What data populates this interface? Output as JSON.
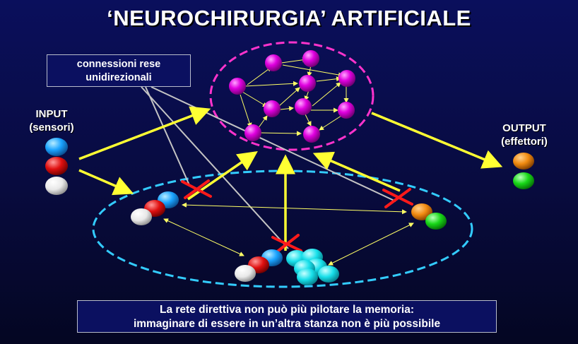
{
  "title": "‘NEUROCHIRURGIA’ ARTIFICIALE",
  "callout_top": [
    "connessioni rese",
    "unidirezionali"
  ],
  "input_label": [
    "INPUT",
    "(sensori)"
  ],
  "output_label": [
    "OUTPUT",
    "(effettori)"
  ],
  "note": [
    "La rete direttiva non può più pilotare la memoria:",
    "immaginare di essere  in un’altra stanza non è più possibile"
  ],
  "colors": {
    "background": "#0a0f5c",
    "magenta_node": "#e000e0",
    "magenta_ring": "#ff33cc",
    "cyan_ring": "#33ccff",
    "arrow_yellow": "#ffff33",
    "cross_red": "#ff1a1a",
    "blue_ball": "#1aa3ff",
    "red_ball": "#e01010",
    "white_ball": "#f2f2f2",
    "orange_ball": "#f08a10",
    "green_ball": "#18d818",
    "cyan_ball": "#18e0ea"
  }
}
